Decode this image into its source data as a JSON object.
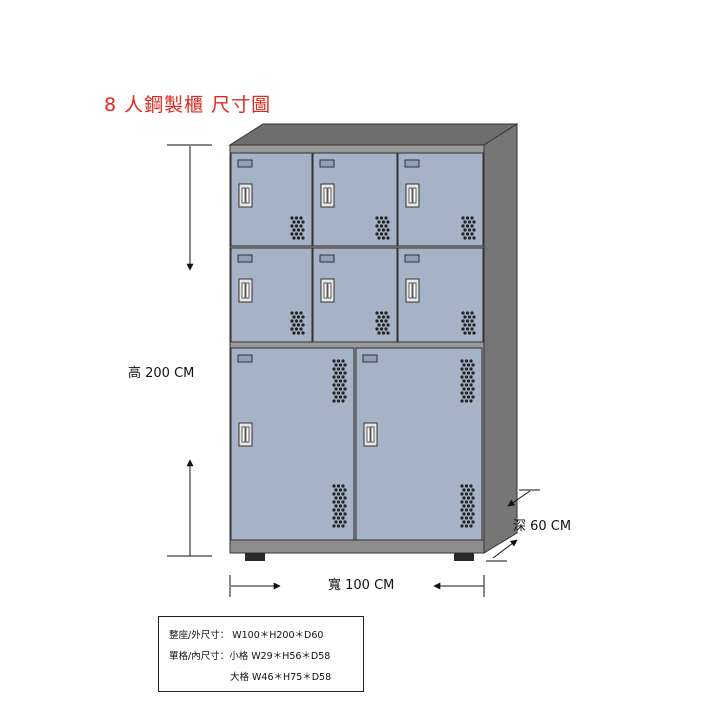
{
  "title": "8 人鋼製櫃  尺寸圖",
  "dimensions": {
    "height_label": "高 200 CM",
    "width_label": "寬 100 CM",
    "depth_label": "深 60 CM"
  },
  "spec_box": {
    "line1": "整座/外尺寸： W100＊H200＊D60",
    "line2": "單格/內尺寸：小格 W29＊H56＊D58",
    "line3": "大格 W46＊H75＊D58"
  },
  "colors": {
    "door_fill": "#a6b2c6",
    "cabinet_frame": "#9a9a9a",
    "cabinet_top": "#6e6e6e",
    "cabinet_side": "#757575",
    "title": "#e0281f"
  },
  "cabinet": {
    "small_locker_count": 6,
    "large_locker_count": 2
  }
}
